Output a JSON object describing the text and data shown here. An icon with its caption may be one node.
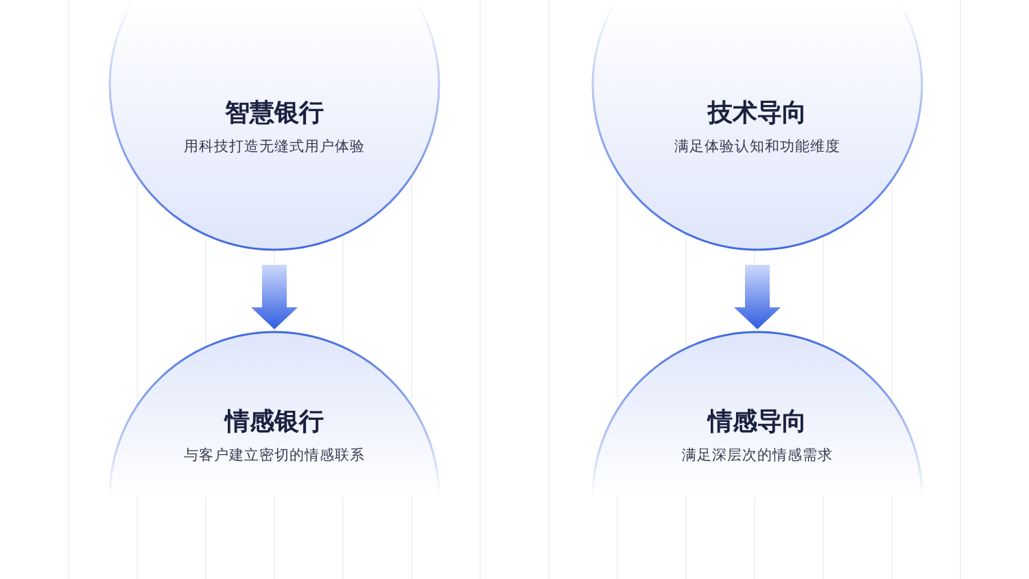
{
  "diagram": {
    "nodes": [
      {
        "text": [
          "智慧银行",
          "用科技打造无缝式用户体验"
        ]
      },
      {
        "text": [
          "情感银行",
          "与客户建立密切的情感联系"
        ]
      },
      {
        "text": [
          "技术导向",
          "满足体验认知和功能维度"
        ]
      },
      {
        "text": [
          "情感导向",
          "满足深层次的情感需求"
        ]
      }
    ],
    "edges": [
      {
        "from": 0,
        "to": 1,
        "arrow": "to"
      },
      {
        "from": 2,
        "to": 3,
        "arrow": "to"
      }
    ]
  }
}
